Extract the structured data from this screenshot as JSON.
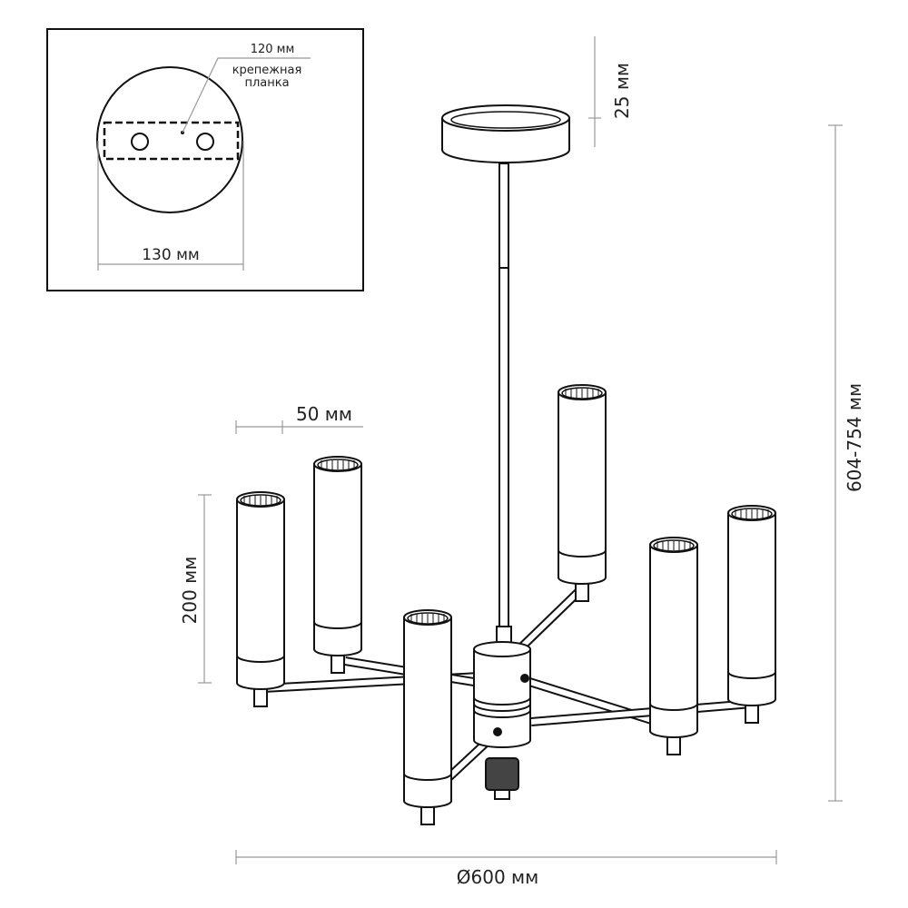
{
  "inset": {
    "plate_width_label": "120 мм",
    "plate_name_line1": "крепежная",
    "plate_name_line2": "планка",
    "canopy_diameter_label": "130 мм"
  },
  "dimensions": {
    "canopy_height": "25 мм",
    "total_height": "604-754 мм",
    "shade_diameter": "50 мм",
    "shade_height": "200 мм",
    "overall_diameter": "Ø600 мм"
  },
  "colors": {
    "line": "#111111",
    "dimension": "#999999"
  }
}
